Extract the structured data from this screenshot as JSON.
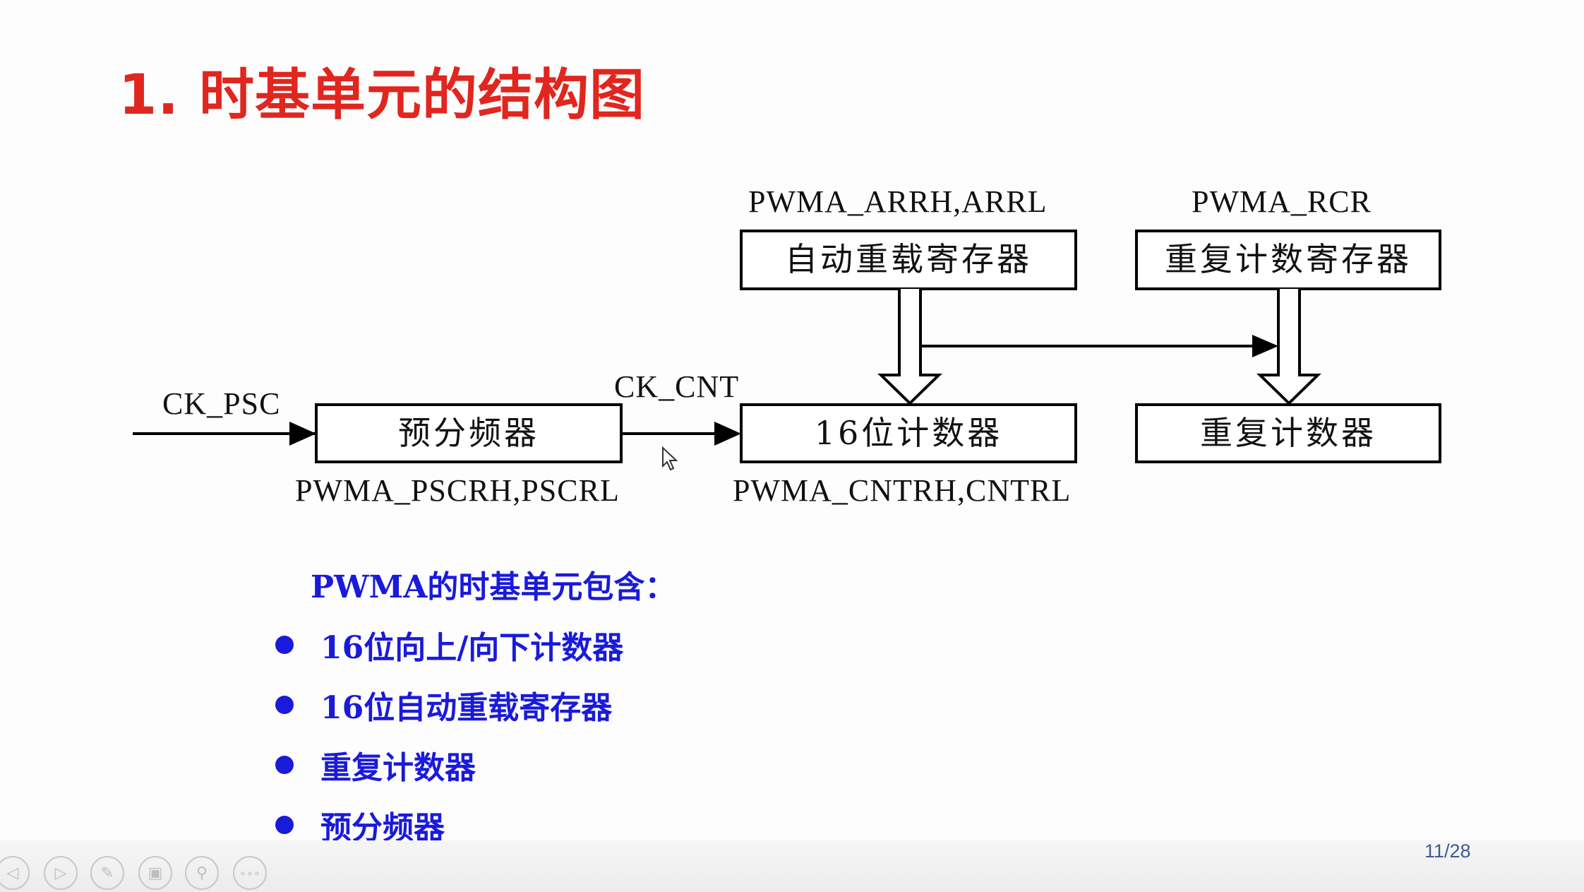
{
  "slide": {
    "title": "1. 时基单元的结构图",
    "page_indicator": "11/28"
  },
  "diagram": {
    "input_label": "CK_PSC",
    "counter_clock_label": "CK_CNT",
    "boxes": {
      "prescaler": "预分频器",
      "counter": "16位计数器",
      "auto_reload": "自动重载寄存器",
      "repeat_register": "重复计数寄存器",
      "repeat_counter": "重复计数器"
    },
    "registers": {
      "prescaler": "PWMA_PSCRH,PSCRL",
      "counter": "PWMA_CNTRH,CNTRL",
      "auto_reload": "PWMA_ARRH,ARRL",
      "repeat": "PWMA_RCR"
    }
  },
  "content": {
    "intro": "PWMA的时基单元包含：",
    "bullets": [
      "16位向上/向下计数器",
      "16位自动重载寄存器",
      "重复计数器",
      "预分频器"
    ]
  },
  "toolbar": {
    "icons": [
      "prev-icon",
      "next-icon",
      "pen-icon",
      "slides-icon",
      "zoom-icon",
      "more-icon"
    ]
  },
  "colors": {
    "title": "#e0261f",
    "text_blue": "#1a1adb",
    "page_indicator": "#3b5a9a"
  }
}
